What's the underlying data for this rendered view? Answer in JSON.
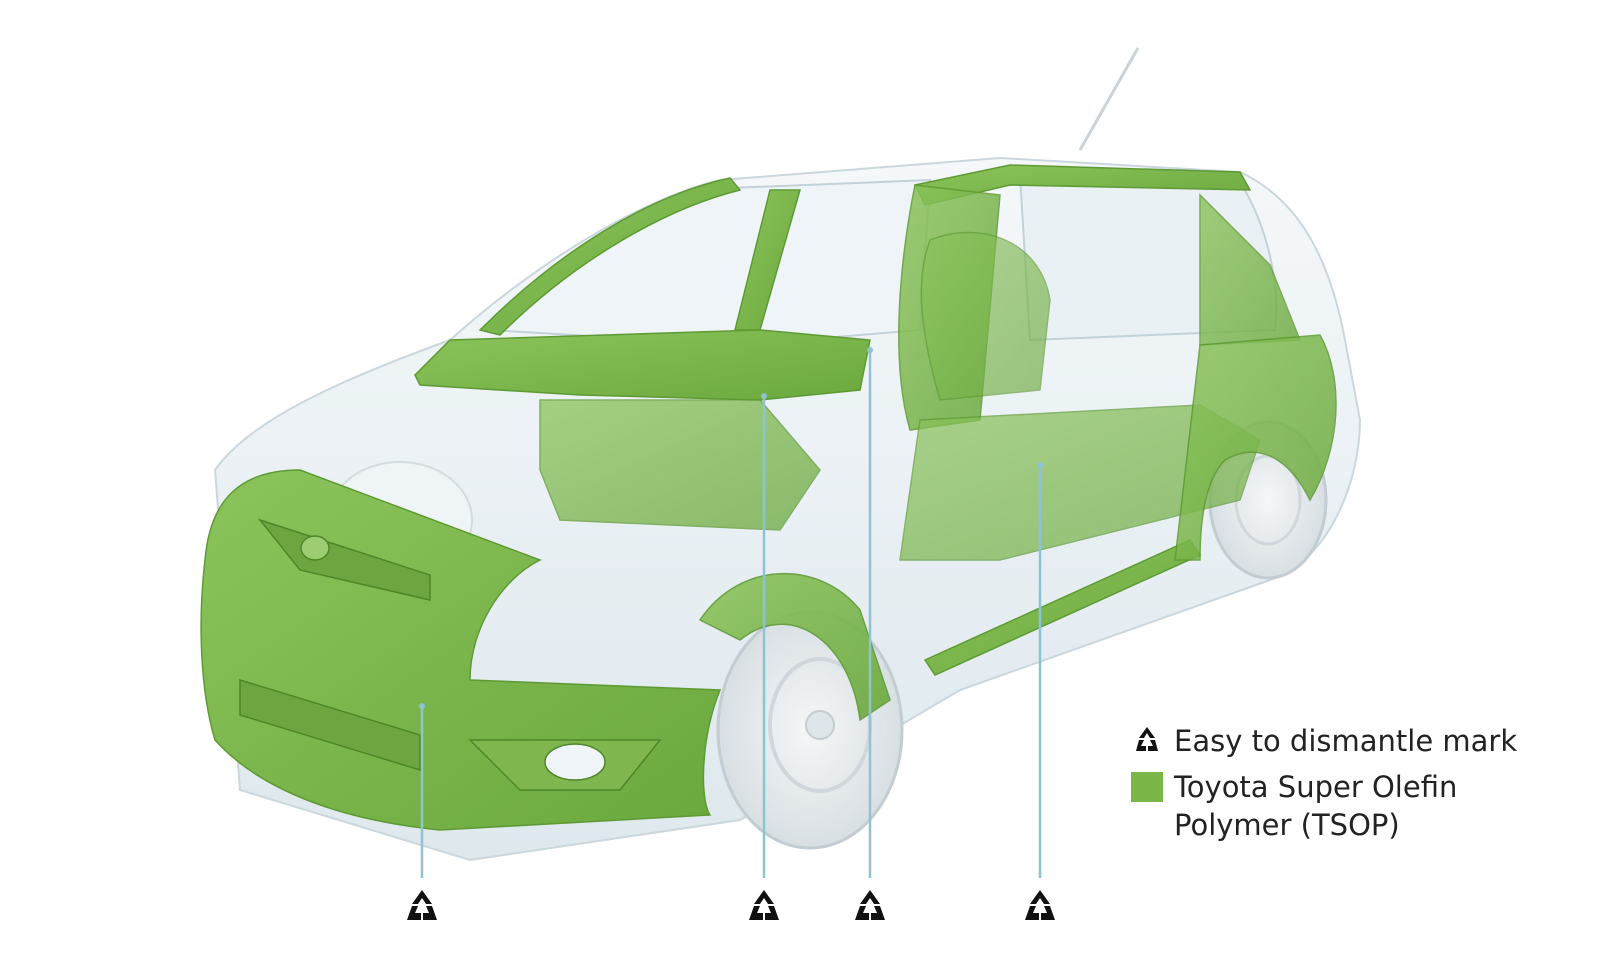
{
  "legend": {
    "items": [
      {
        "icon": "recycle-arrows-icon",
        "label": "Easy to dismantle mark"
      },
      {
        "icon": "green-swatch",
        "label": "Toyota Super Olefin Polymer (TSOP)"
      }
    ]
  },
  "colors": {
    "tsop_green": "#7ab648",
    "tsop_green_dark": "#5e9a33",
    "glass": "#e6f0f4",
    "callout_line": "#8ec3d3",
    "mark": "#111111"
  },
  "markers": [
    {
      "name": "front-bumper"
    },
    {
      "name": "cowl-panel"
    },
    {
      "name": "pillar-trim"
    },
    {
      "name": "floor-carpet"
    }
  ]
}
